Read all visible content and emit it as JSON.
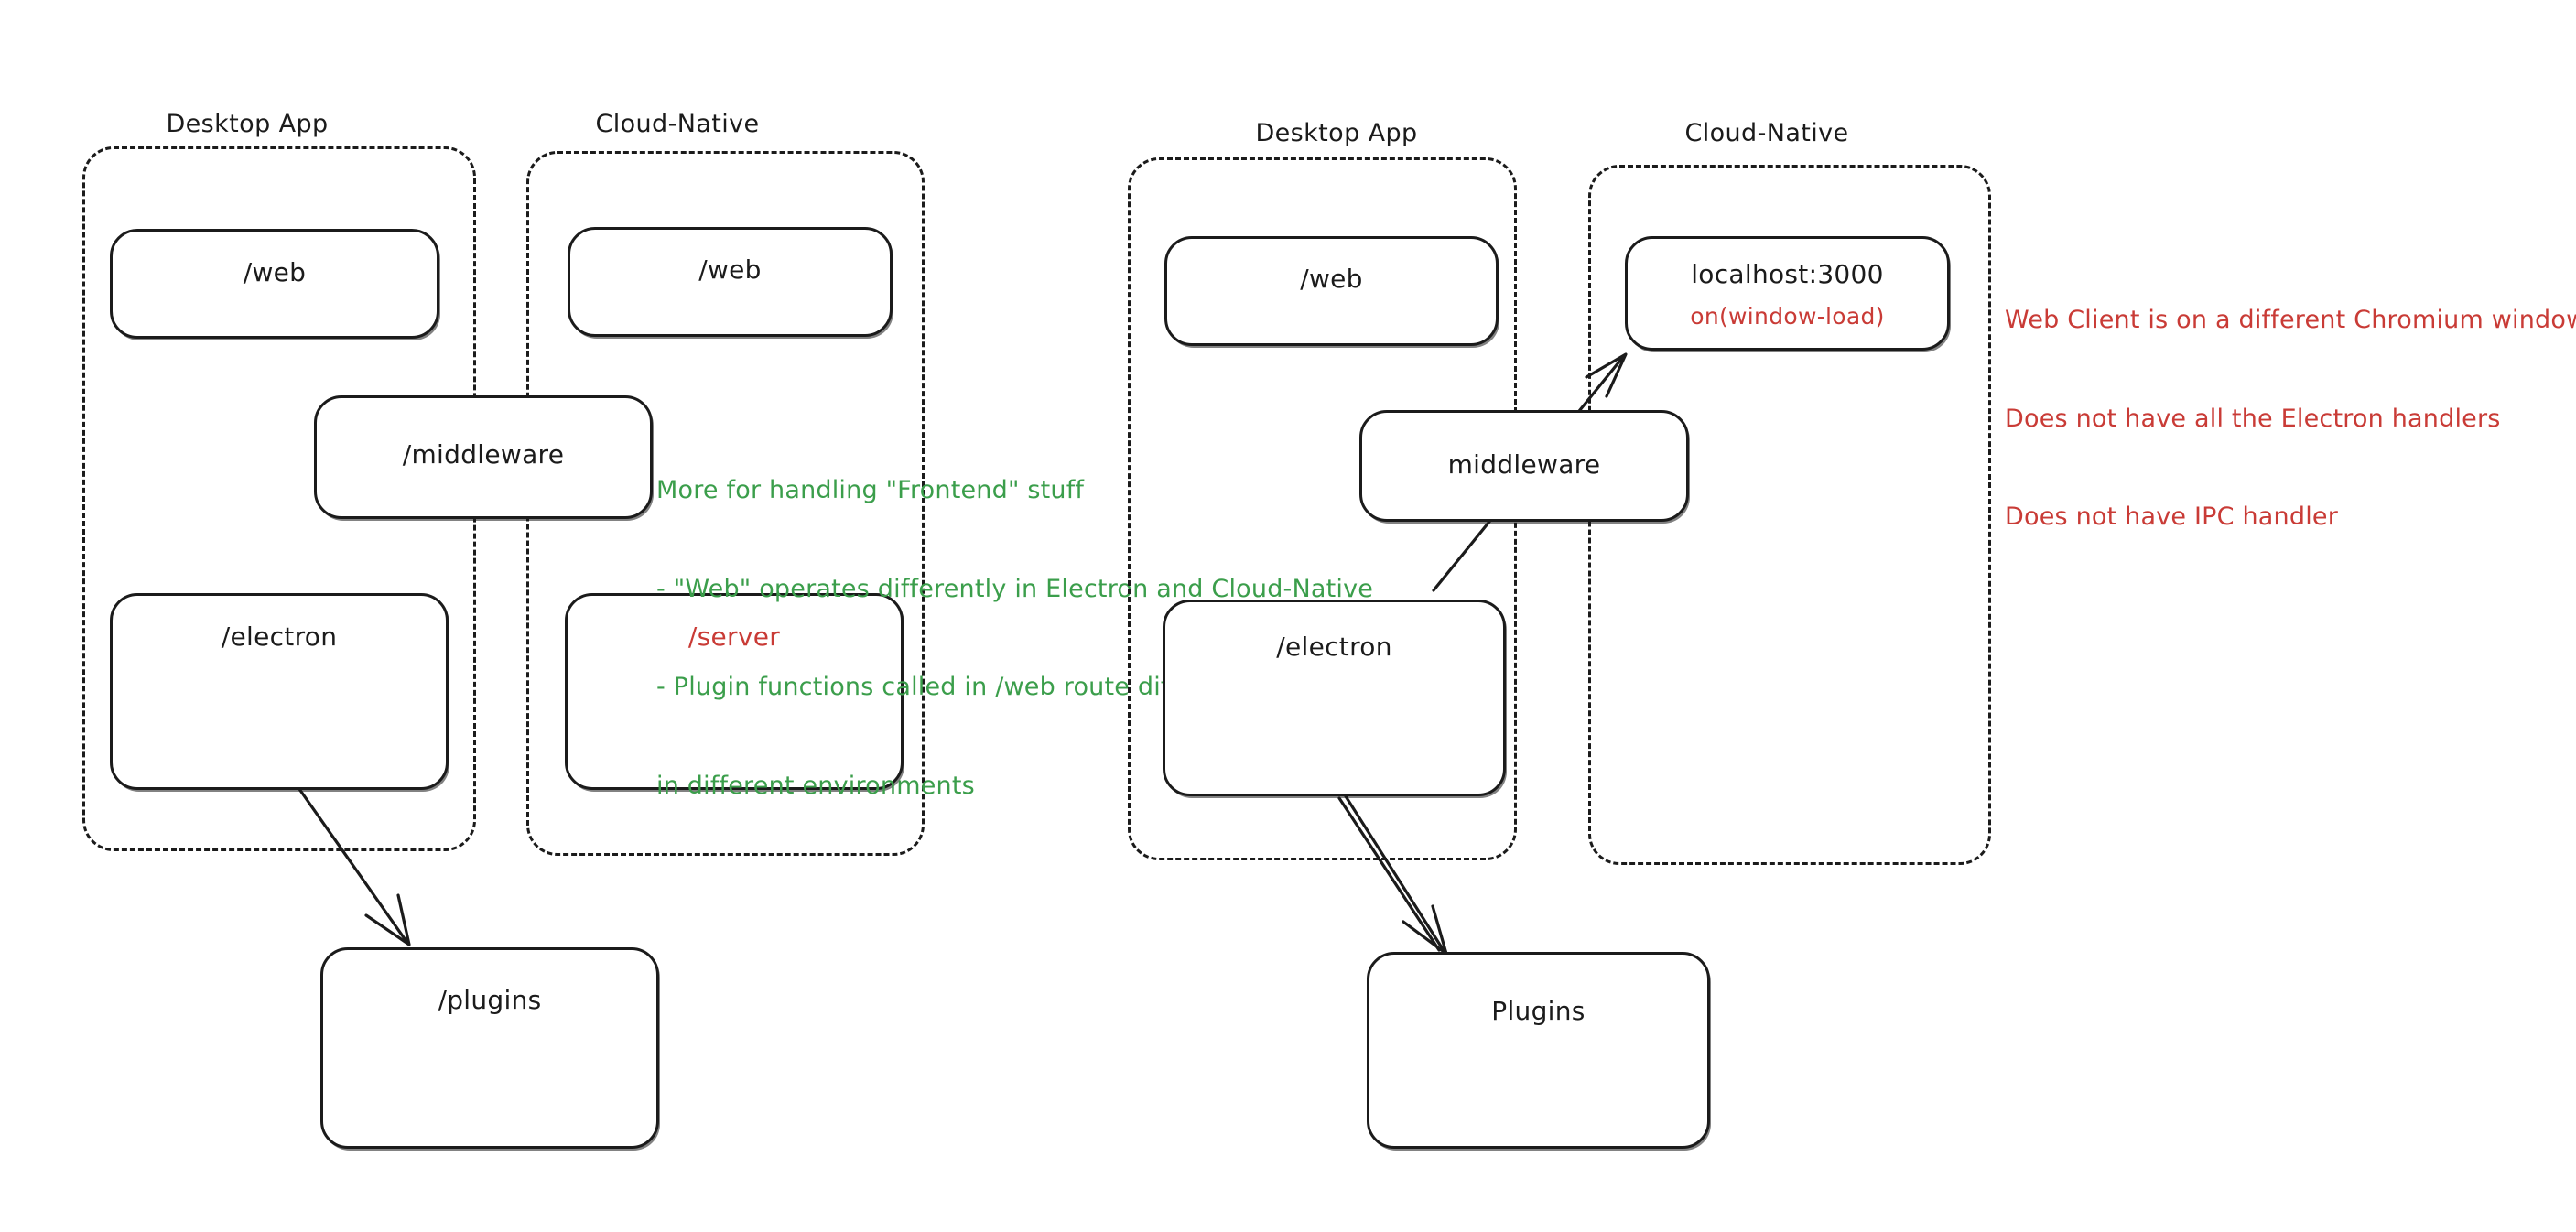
{
  "diagram": {
    "title_colors": {
      "ink": "#1b1b1b",
      "green_annotation": "#3b9e4b",
      "red_annotation": "#c93b36",
      "background": "#ffffff"
    },
    "left_panel": {
      "groups": [
        {
          "id": "left-desktop-app",
          "label": "Desktop App"
        },
        {
          "id": "left-cloud-native",
          "label": "Cloud-Native"
        }
      ],
      "nodes": [
        {
          "id": "left-desktop-web",
          "label": "/web"
        },
        {
          "id": "left-cloud-web",
          "label": "/web"
        },
        {
          "id": "left-middleware",
          "label": "/middleware"
        },
        {
          "id": "left-electron",
          "label": "/electron"
        },
        {
          "id": "left-server",
          "label": "/server"
        },
        {
          "id": "left-plugins",
          "label": "/plugins"
        }
      ],
      "annotation": {
        "lines": [
          "More for handling \"Frontend\" stuff",
          "- \"Web\" operates differently in Electron and Cloud-Native",
          "- Plugin functions called in /web route differently",
          "in different environments"
        ]
      }
    },
    "right_panel": {
      "groups": [
        {
          "id": "right-desktop-app",
          "label": "Desktop App"
        },
        {
          "id": "right-cloud-native",
          "label": "Cloud-Native"
        }
      ],
      "nodes": [
        {
          "id": "right-desktop-web",
          "label": "/web"
        },
        {
          "id": "right-localhost",
          "label": "localhost:3000",
          "sublabel": "on(window-load)"
        },
        {
          "id": "right-middleware",
          "label": "middleware"
        },
        {
          "id": "right-electron",
          "label": "/electron"
        },
        {
          "id": "right-plugins",
          "label": "Plugins"
        }
      ],
      "annotation": {
        "lines": [
          "Web Client is on a different Chromium window",
          "Does not have all the Electron handlers",
          "Does not have IPC handler"
        ]
      }
    }
  }
}
